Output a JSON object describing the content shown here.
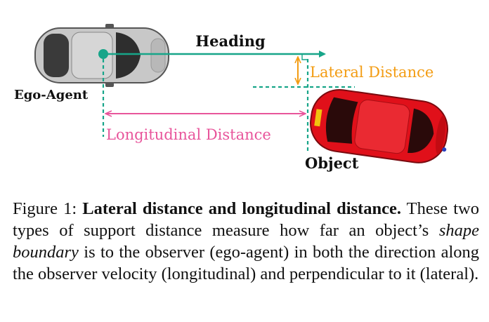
{
  "diagram": {
    "labels": {
      "heading": "Heading",
      "lateral": "Lateral Distance",
      "ego_agent": "Ego-Agent",
      "longitudinal": "Longitudinal Distance",
      "object": "Object"
    },
    "colors": {
      "heading_arrow": "#17a589",
      "lateral": "#f39c12",
      "longitudinal": "#e8559b",
      "ego_body": "#c8c8c8",
      "object_body": "#e0101a"
    }
  },
  "caption": {
    "prefix": "Figure 1: ",
    "title": "Lateral distance and longitudinal distance.",
    "body_1": " These two types of support distance measure how far an object’s ",
    "emph": "shape boundary",
    "body_2": " is to the observer (ego-agent) in both the direction along the observer velocity (longitudinal) and perpendicular to it (lateral)."
  }
}
